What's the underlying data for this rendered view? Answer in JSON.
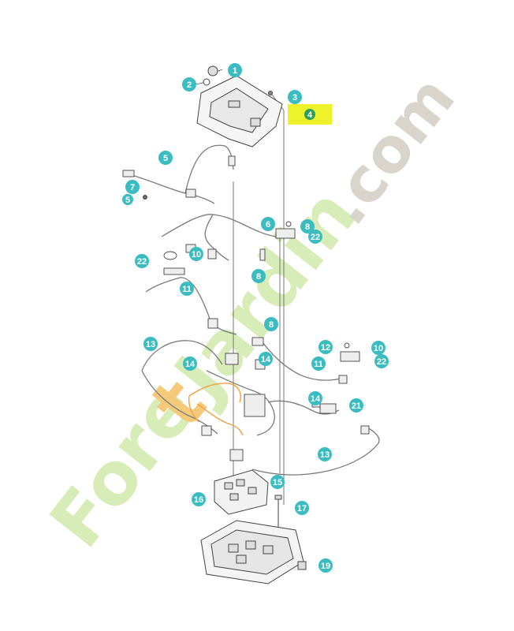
{
  "watermark": {
    "text_part1": "Fore",
    "text_part2": "t",
    "text_part3": "Jardin",
    "text_part4": ".com",
    "color_green": "#d8ecb8",
    "color_orange": "#f5c97a",
    "color_grey": "#d9d5cc"
  },
  "colors": {
    "callout": "#3bbcc0",
    "highlight": "#eef22a",
    "highlight_badge": "#2e9e5a",
    "line": "#555555",
    "wire": "#7a7a7a",
    "orange_wire": "#f0a040"
  },
  "callouts": [
    {
      "id": "c1",
      "label": "1"
    },
    {
      "id": "c2",
      "label": "2"
    },
    {
      "id": "c3",
      "label": "3"
    },
    {
      "id": "c4",
      "label": "4"
    },
    {
      "id": "c5",
      "label": "5"
    },
    {
      "id": "c6",
      "label": "6"
    },
    {
      "id": "c7",
      "label": "7"
    },
    {
      "id": "c7b",
      "label": "5"
    },
    {
      "id": "c8a",
      "label": "8"
    },
    {
      "id": "c8b",
      "label": "8"
    },
    {
      "id": "c8c",
      "label": "8"
    },
    {
      "id": "c10a",
      "label": "10"
    },
    {
      "id": "c10b",
      "label": "10"
    },
    {
      "id": "c11a",
      "label": "11"
    },
    {
      "id": "c11b",
      "label": "11"
    },
    {
      "id": "c12",
      "label": "12"
    },
    {
      "id": "c13a",
      "label": "13"
    },
    {
      "id": "c13b",
      "label": "13"
    },
    {
      "id": "c14a",
      "label": "14"
    },
    {
      "id": "c14b",
      "label": "14"
    },
    {
      "id": "c14c",
      "label": "14"
    },
    {
      "id": "c15",
      "label": "15"
    },
    {
      "id": "c16",
      "label": "16"
    },
    {
      "id": "c17",
      "label": "17"
    },
    {
      "id": "c19",
      "label": "19"
    },
    {
      "id": "c21",
      "label": "21"
    },
    {
      "id": "c22a",
      "label": "22"
    },
    {
      "id": "c22b",
      "label": "22"
    },
    {
      "id": "c22c",
      "label": "22"
    }
  ]
}
